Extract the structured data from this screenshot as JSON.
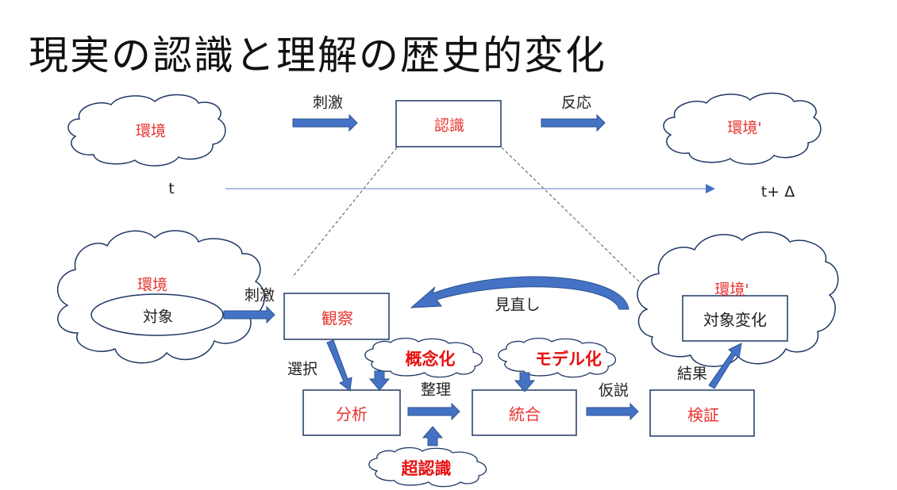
{
  "title": "現実の認識と理解の歴史的変化",
  "colors": {
    "arrow_fill": "#4472c4",
    "arrow_stroke": "#2f528f",
    "red_text": "#e8332f",
    "outline": "#1f3864",
    "timeline": "#8eaadb"
  },
  "top_row": {
    "env_cloud": "環境",
    "stimulus_label": "刺激",
    "recognition_box": "認識",
    "response_label": "反応",
    "env_prime_cloud": "環境'",
    "time_start": "t",
    "time_end": "t+ Δ"
  },
  "bottom_row": {
    "env_cloud_label": "環境",
    "object_ellipse": "対象",
    "stimulus_label": "刺激",
    "observation_box": "観察",
    "review_label": "見直し",
    "selection_label": "選択",
    "conceptualization_cloud": "概念化",
    "modeling_cloud": "モデル化",
    "analysis_box": "分析",
    "organize_label": "整理",
    "integration_box": "統合",
    "hypothesis_label": "仮説",
    "verification_box": "検証",
    "result_label": "結果",
    "env_prime_label": "環境'",
    "object_change_box": "対象変化",
    "meta_cognition_cloud": "超認識"
  }
}
